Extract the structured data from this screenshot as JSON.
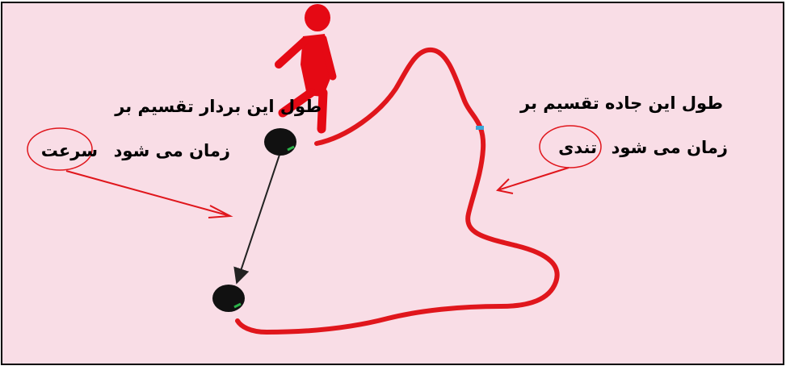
{
  "left_caption": {
    "line1": "طول این بردار تقسیم بر",
    "line2": "زمان می شود",
    "highlighted_word": "سرعت"
  },
  "right_caption": {
    "line1": "طول این جاده تقسیم بر",
    "line2": "زمان می شود",
    "highlighted_word": "تندی"
  },
  "colors": {
    "background": "#f9dde6",
    "border": "#000000",
    "road": "#e0161c",
    "figure": "#e50914",
    "ball": "#111111",
    "vector": "#222222",
    "annotation": "#e0161c",
    "marker": "#3aa7d8"
  },
  "icons": {
    "walker": "walking-person-icon",
    "ball": "ball-icon"
  }
}
